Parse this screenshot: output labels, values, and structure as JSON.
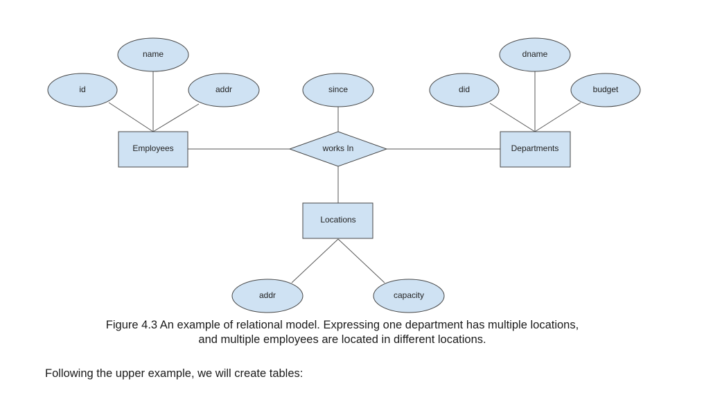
{
  "diagram": {
    "entities": {
      "employees": "Employees",
      "departments": "Departments",
      "locations": "Locations"
    },
    "relationship": "works In",
    "attributes": {
      "id": "id",
      "name": "name",
      "emp_addr": "addr",
      "since": "since",
      "did": "did",
      "dname": "dname",
      "budget": "budget",
      "loc_addr": "addr",
      "capacity": "capacity"
    },
    "fill_color": "#cfe2f3",
    "stroke_color": "#444444"
  },
  "caption": {
    "line1": "Figure 4.3 An example of relational model. Expressing one department has multiple locations,",
    "line2": "and multiple employees are located in different locations."
  },
  "body": {
    "text": "Following the upper example, we will create tables:"
  }
}
